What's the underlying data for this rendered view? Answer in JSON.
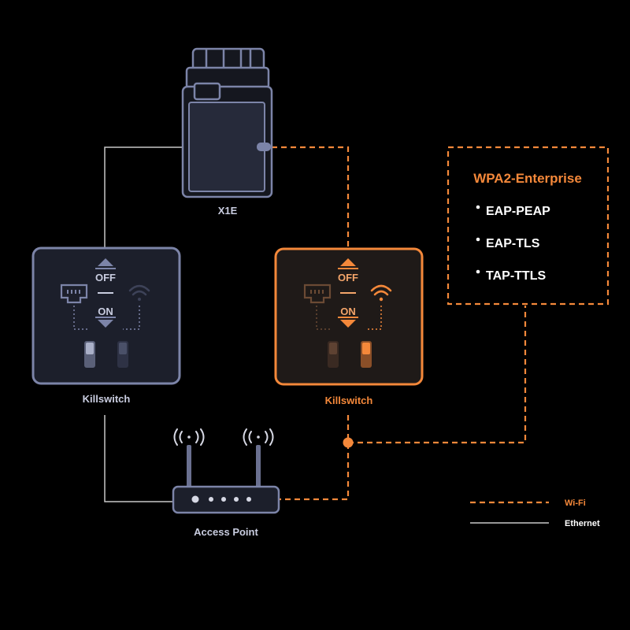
{
  "device": {
    "label": "X1E"
  },
  "killswitch_left": {
    "label": "Killswitch",
    "off_text": "OFF",
    "on_text": "ON"
  },
  "killswitch_right": {
    "label": "Killswitch",
    "off_text": "OFF",
    "on_text": "ON"
  },
  "access_point": {
    "label": "Access Point"
  },
  "security": {
    "title": "WPA2-Enterprise",
    "methods": [
      "EAP-PEAP",
      "EAP-TLS",
      "TAP-TTLS"
    ]
  },
  "legend": {
    "wifi": {
      "label": "Wi-Fi"
    },
    "ethernet": {
      "label": "Ethernet"
    }
  },
  "colors": {
    "background": "#000000",
    "orange": "#f4883a",
    "slate": "#7c84a8",
    "panel_fill": "#1c1f2b",
    "line_gray": "#c8c8c8"
  }
}
